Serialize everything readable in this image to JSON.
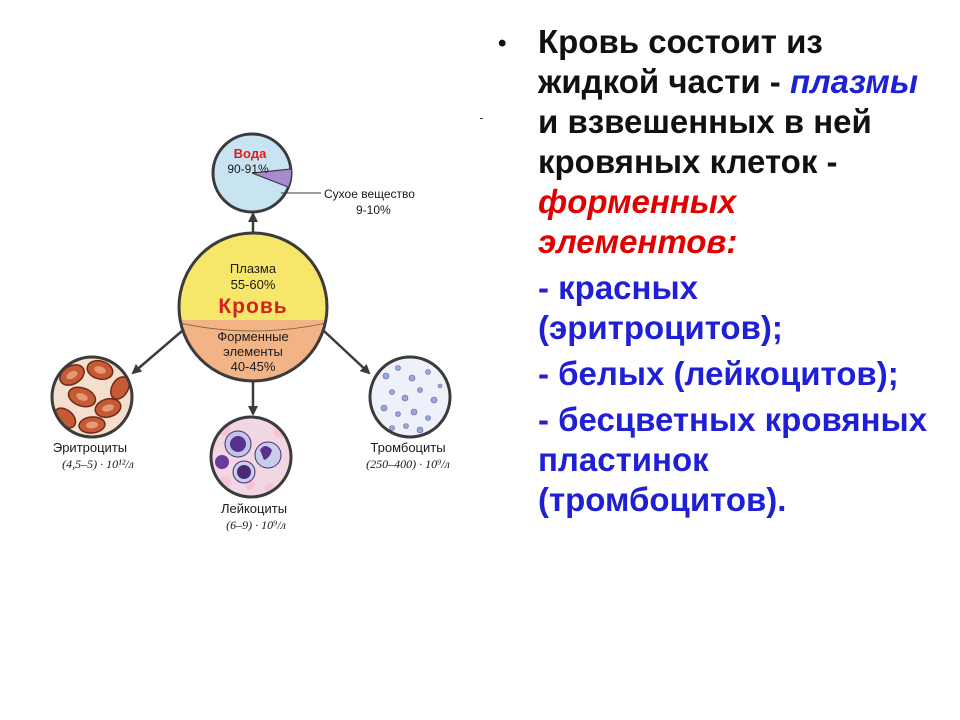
{
  "diagram": {
    "water": {
      "label": "Вода",
      "value": "90-91%"
    },
    "dry_matter": {
      "label": "Сухое вещество",
      "value": "9-10%"
    },
    "center": {
      "plasma_label": "Плазма",
      "plasma_value": "55-60%",
      "title": "Кровь",
      "formed_label_line1": "Форменные",
      "formed_label_line2": "элементы",
      "formed_value": "40-45%"
    },
    "erythrocytes": {
      "label": "Эритроциты",
      "count": "(4,5–5) · 10¹²/л"
    },
    "leukocytes": {
      "label": "Лейкоциты",
      "count": "(6–9) · 10⁹/л"
    },
    "thrombocytes": {
      "label": "Тромбоциты",
      "count": "(250–400) · 10⁹/л"
    },
    "colors": {
      "plasma": "#f6e76a",
      "formed": "#f2b487",
      "water": "#c8e4f3",
      "dry_matter": "#a98ad0",
      "water_label": "#e01b1b",
      "blood_label": "#d42020",
      "ring": "#3b3b3b"
    }
  },
  "text": {
    "intro_1": "Кровь состоит из жидкой части -",
    "plasma_word": "плазмы",
    "intro_2": " и взвешенных в ней кровяных клеток -",
    "formed_word": "форменных элементов:",
    "items": [
      "- красных (эритроцитов);",
      "- белых (лейкоцитов);",
      "- бесцветных кровяных пластинок (тромбоцитов)."
    ]
  }
}
